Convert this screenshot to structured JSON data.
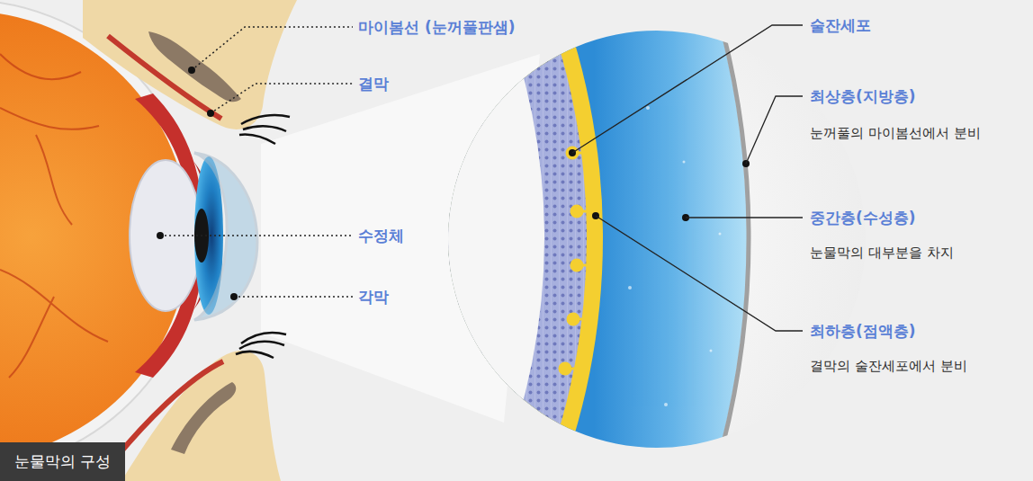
{
  "diagram": {
    "caption": "눈물막의 구성",
    "labels": [
      "마이봄선 (눈꺼풀판샘)",
      "결막",
      "수정체",
      "각막",
      "술잔세포",
      "최상층(지방층)",
      "눈꺼풀의 마이봄선에서 분비",
      "중간층(수성층)",
      "눈물막의 대부분을 차지",
      "최하층(점액층)",
      "결막의 술잔세포에서 분비"
    ]
  }
}
